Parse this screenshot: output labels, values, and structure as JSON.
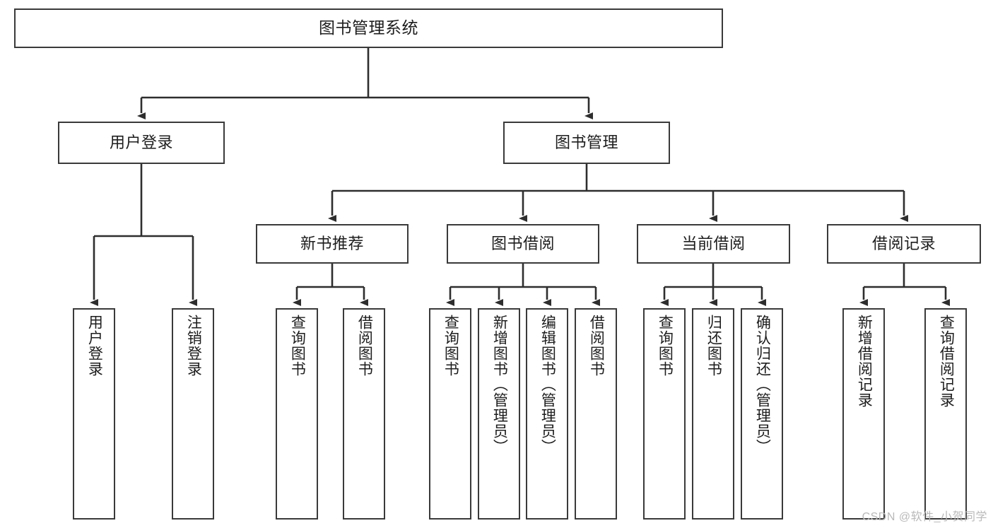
{
  "diagram": {
    "title": "图书管理系统",
    "type": "tree",
    "colors": {
      "stroke": "#3a3a3a",
      "fill": "#ffffff",
      "text": "#1d1d1d",
      "watermark": "#b9b9b9"
    },
    "watermark": "CSDN @软件_小贺同学",
    "root": {
      "label": "图书管理系统"
    },
    "level2": [
      {
        "label": "用户登录"
      },
      {
        "label": "图书管理"
      }
    ],
    "level3": [
      {
        "label": "新书推荐"
      },
      {
        "label": "图书借阅"
      },
      {
        "label": "当前借阅"
      },
      {
        "label": "借阅记录"
      }
    ],
    "leaves": {
      "user_login": [
        {
          "label": "用户登录"
        },
        {
          "label": "注销登录"
        }
      ],
      "new_book": [
        {
          "label": "查询图书"
        },
        {
          "label": "借阅图书"
        }
      ],
      "book_borrow": [
        {
          "label": "查询图书"
        },
        {
          "label": "新增图书（管理员）"
        },
        {
          "label": "编辑图书（管理员）"
        },
        {
          "label": "借阅图书"
        }
      ],
      "current_borrow": [
        {
          "label": "查询图书"
        },
        {
          "label": "归还图书"
        },
        {
          "label": "确认归还（管理员）"
        }
      ],
      "borrow_record": [
        {
          "label": "新增借阅记录"
        },
        {
          "label": "查询借阅记录"
        }
      ]
    }
  }
}
